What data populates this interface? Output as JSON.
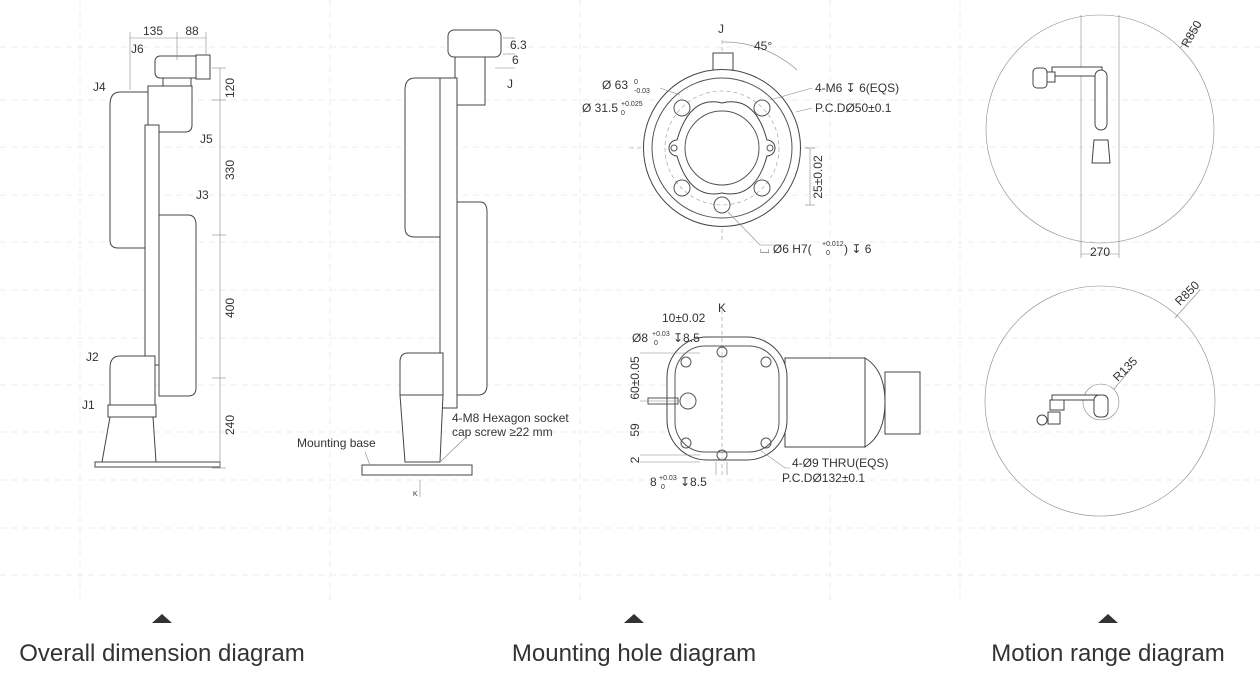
{
  "overall": {
    "dims_top": [
      "135",
      "88"
    ],
    "dims_right": [
      "120",
      "330",
      "400",
      "240"
    ],
    "joints": [
      "J6",
      "J4",
      "J5",
      "J3",
      "J2",
      "J1"
    ]
  },
  "side": {
    "dim_a": "6.3",
    "dim_b": "6",
    "ref_j": "J",
    "screw_line1": "4-M8 Hexagon socket",
    "screw_line2": "cap screw ≥22 mm",
    "mounting_base": "Mounting base",
    "ref_k": "K"
  },
  "flange": {
    "ref_j": "J",
    "angle": "45°",
    "holes": "4-M6 ↧ 6(EQS)",
    "pcd": "P.C.DØ50±0.1",
    "dia63": "Ø 63",
    "dia63_up": "0",
    "dia63_low": "-0.03",
    "dia31": "Ø 31.5",
    "dia31_up": "+0.025",
    "dia31_low": "0",
    "dim25": "25±0.02",
    "pin": "⌴ Ø6 H7(",
    "pin_up": "+0.012",
    "pin_low": "0",
    "pin_end": ") ↧ 6"
  },
  "base": {
    "ref_k": "K",
    "dim10": "10±0.02",
    "dia8": "Ø8",
    "dia8_up": "+0.03",
    "dia8_low": "0",
    "dia8_end": "↧8.5",
    "dim60": "60±0.05",
    "dim59": "59",
    "dim2": "2",
    "w8": "8",
    "w8_up": "+0.03",
    "w8_low": "0",
    "w8_end": "↧8.5",
    "holes": "4-Ø9 THRU(EQS)",
    "pcd": "P.C.DØ132±0.1"
  },
  "motion": {
    "r_outer_1": "R850",
    "width": "270",
    "r_outer_2": "R850",
    "r_inner": "R135"
  },
  "captions": {
    "overall": "Overall dimension diagram",
    "mounting": "Mounting hole diagram",
    "motion": "Motion range diagram"
  }
}
